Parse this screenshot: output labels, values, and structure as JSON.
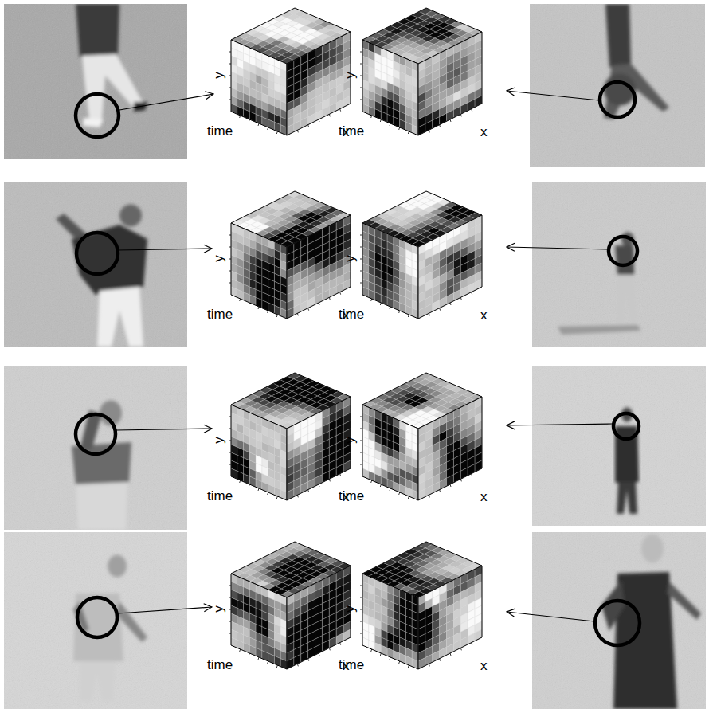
{
  "diagram": {
    "labels": [
      "y",
      "time",
      "x",
      "y",
      "time",
      "x",
      "y",
      "time",
      "x",
      "y",
      "time",
      "x",
      "y",
      "time",
      "x",
      "y",
      "time",
      "x",
      "y",
      "time",
      "x",
      "y",
      "time",
      "x"
    ]
  }
}
